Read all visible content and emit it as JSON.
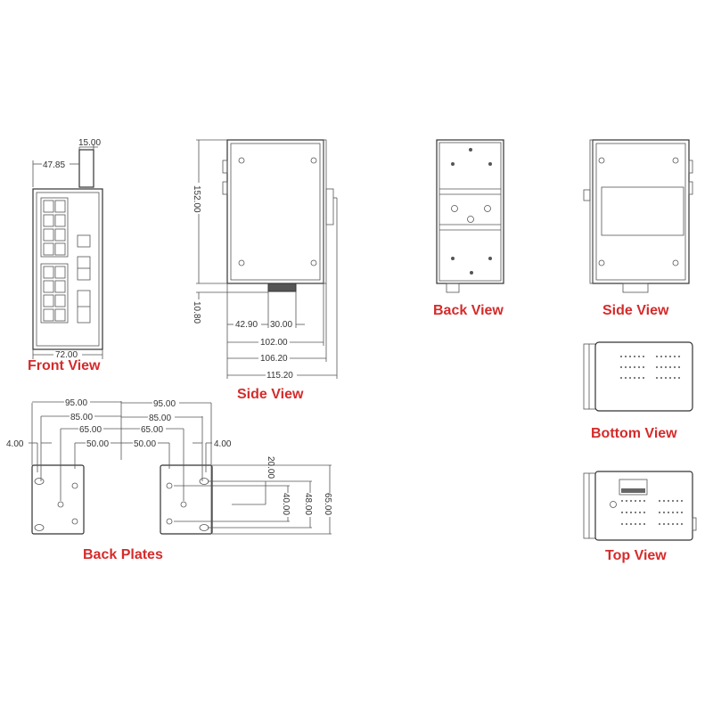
{
  "views": {
    "front": {
      "label": "Front View",
      "dims": {
        "antenna_width": "15.00",
        "antenna_offset": "47.85",
        "width": "72.00"
      }
    },
    "side_left": {
      "label": "Side View",
      "dims": {
        "height": "152.00",
        "bottom_offset": "10.80",
        "terminal_offset": "42.90",
        "terminal_width": "30.00",
        "depth_body": "102.00",
        "depth_clip": "106.20",
        "depth_total": "115.20"
      }
    },
    "back": {
      "label": "Back View"
    },
    "side_right": {
      "label": "Side View"
    },
    "bottom": {
      "label": "Bottom View"
    },
    "top": {
      "label": "Top View"
    },
    "back_plates": {
      "label": "Back Plates",
      "dims": {
        "outer_left": "95.00",
        "outer_right": "95.00",
        "mid_left": "85.00",
        "mid_right": "85.00",
        "inner_left": "65.00",
        "inner_right": "65.00",
        "hole_left": "50.00",
        "hole_right": "50.00",
        "slot_left": "4.00",
        "slot_right": "4.00",
        "v20": "20.00",
        "v40": "40.00",
        "v48": "48.00",
        "v65": "65.00"
      }
    }
  },
  "colors": {
    "label": "#d52b2b",
    "line": "#444444",
    "background": "#ffffff"
  }
}
